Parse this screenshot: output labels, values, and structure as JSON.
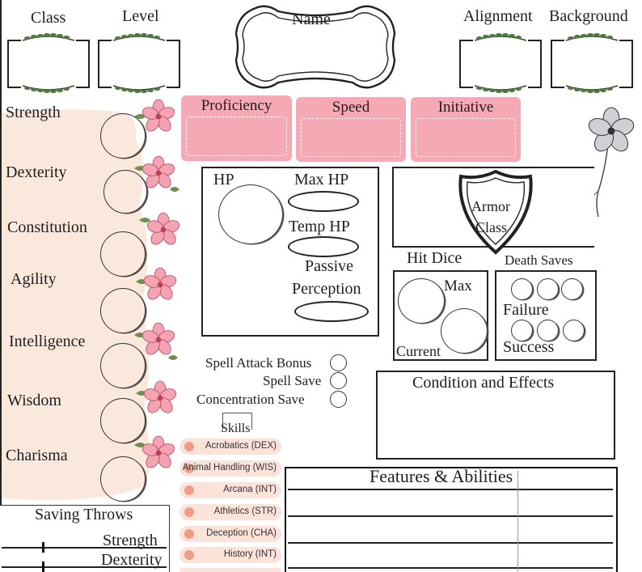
{
  "header": {
    "class_label": "Class",
    "level_label": "Level",
    "name_label": "Name",
    "alignment_label": "Alignment",
    "background_label": "Background"
  },
  "stats": {
    "strength": "Strength",
    "dexterity": "Dexterity",
    "constitution": "Constitution",
    "agility": "Agility",
    "intelligence": "Intelligence",
    "wisdom": "Wisdom",
    "charisma": "Charisma"
  },
  "top_boxes": {
    "proficiency": "Proficiency",
    "speed": "Speed",
    "initiative": "Initiative"
  },
  "hp_panel": {
    "hp": "HP",
    "max_hp": "Max HP",
    "temp_hp": "Temp HP",
    "passive": "Passive",
    "perception": "Perception"
  },
  "armor": {
    "line1": "Armor",
    "line2": "Class"
  },
  "hit_dice": {
    "title": "Hit Dice",
    "max": "Max",
    "current": "Current"
  },
  "death_saves": {
    "title": "Death Saves",
    "failure": "Failure",
    "success": "Success"
  },
  "spells": {
    "attack_bonus": "Spell Attack Bonus",
    "save": "Spell Save",
    "concentration": "Concentration Save"
  },
  "conditions_title": "Condition and Effects",
  "skills": {
    "title": "Skills",
    "items": [
      "Acrobatics (DEX)",
      "Animal Handling (WIS)",
      "Arcana (INT)",
      "Athletics (STR)",
      "Deception (CHA)",
      "History (INT)"
    ]
  },
  "features_title": "Features & Abilities",
  "saving_throws": {
    "title": "Saving Throws",
    "strength": "Strength",
    "dexterity": "Dexterity"
  },
  "colors": {
    "pink_box": "#f5a9b4",
    "peach_bg": "#fbe8dc",
    "skill_pill": "#fbe3da",
    "skill_dot": "#ef9d86",
    "flower": "#f3a3b1"
  }
}
